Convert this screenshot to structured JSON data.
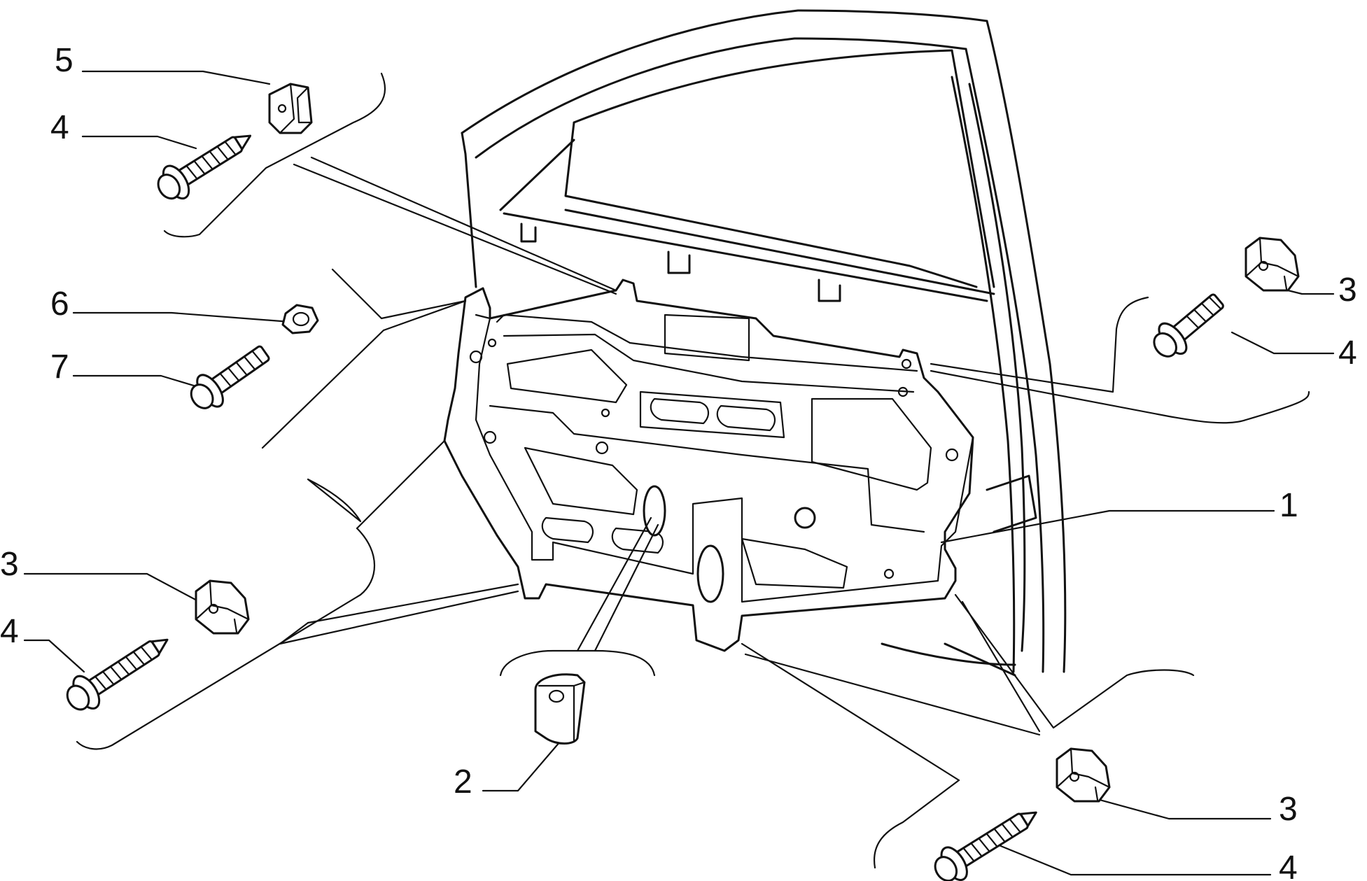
{
  "diagram": {
    "callouts": {
      "c5": "5",
      "c4a": "4",
      "c6": "6",
      "c7": "7",
      "c3a": "3",
      "c4b": "4",
      "c2": "2",
      "c1": "1",
      "c3b": "3",
      "c4c": "4",
      "c3c": "3",
      "c4d": "4"
    },
    "parts": [
      {
        "ref": "1",
        "icon": "door-window-regulator-panel"
      },
      {
        "ref": "2",
        "icon": "plastic-plug"
      },
      {
        "ref": "3",
        "icon": "spring-clip-nut"
      },
      {
        "ref": "4",
        "icon": "self-tapping-screw"
      },
      {
        "ref": "5",
        "icon": "clip-nut"
      },
      {
        "ref": "6",
        "icon": "hex-nut"
      },
      {
        "ref": "7",
        "icon": "flanged-bolt"
      }
    ]
  }
}
